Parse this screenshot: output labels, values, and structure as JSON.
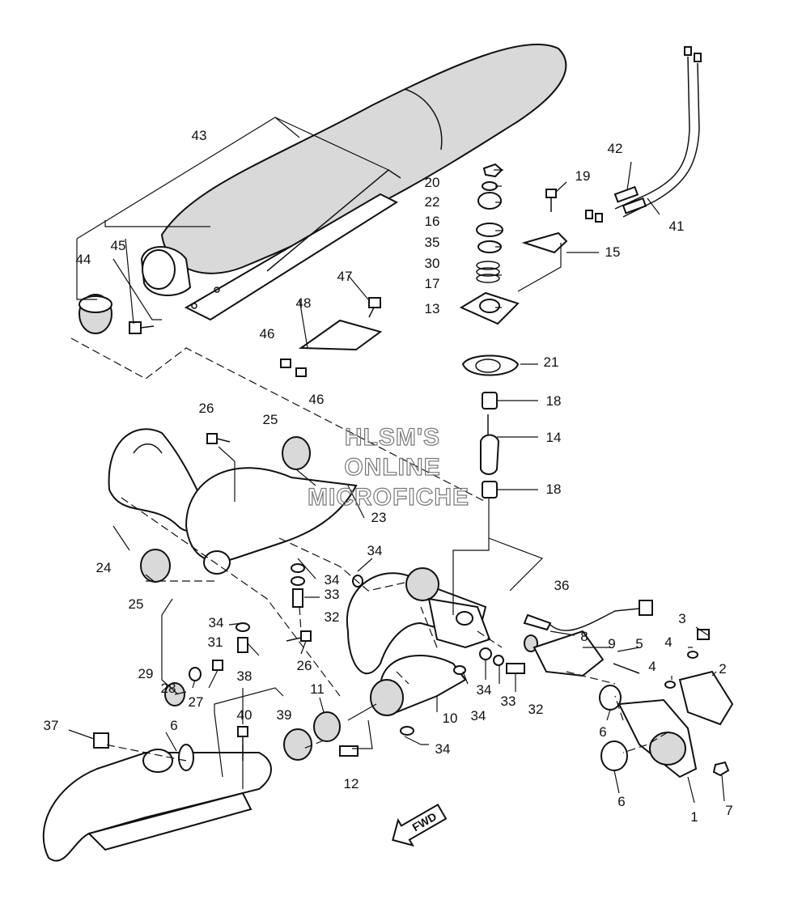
{
  "watermark": {
    "line1": "HLSM'S",
    "line2": "ONLINE",
    "line3": "MICROFICHE"
  },
  "direction_label": "FWD",
  "callouts": [
    "1",
    "2",
    "3",
    "4",
    "4",
    "5",
    "6",
    "6",
    "6",
    "7",
    "8",
    "9",
    "10",
    "11",
    "12",
    "13",
    "14",
    "15",
    "16",
    "17",
    "18",
    "18",
    "19",
    "20",
    "21",
    "22",
    "23",
    "24",
    "25",
    "25",
    "26",
    "26",
    "27",
    "28",
    "29",
    "30",
    "31",
    "32",
    "32",
    "33",
    "33",
    "34",
    "34",
    "34",
    "34",
    "34",
    "34",
    "35",
    "36",
    "37",
    "38",
    "39",
    "40",
    "41",
    "42",
    "43",
    "44",
    "45",
    "46",
    "46",
    "47",
    "48"
  ]
}
